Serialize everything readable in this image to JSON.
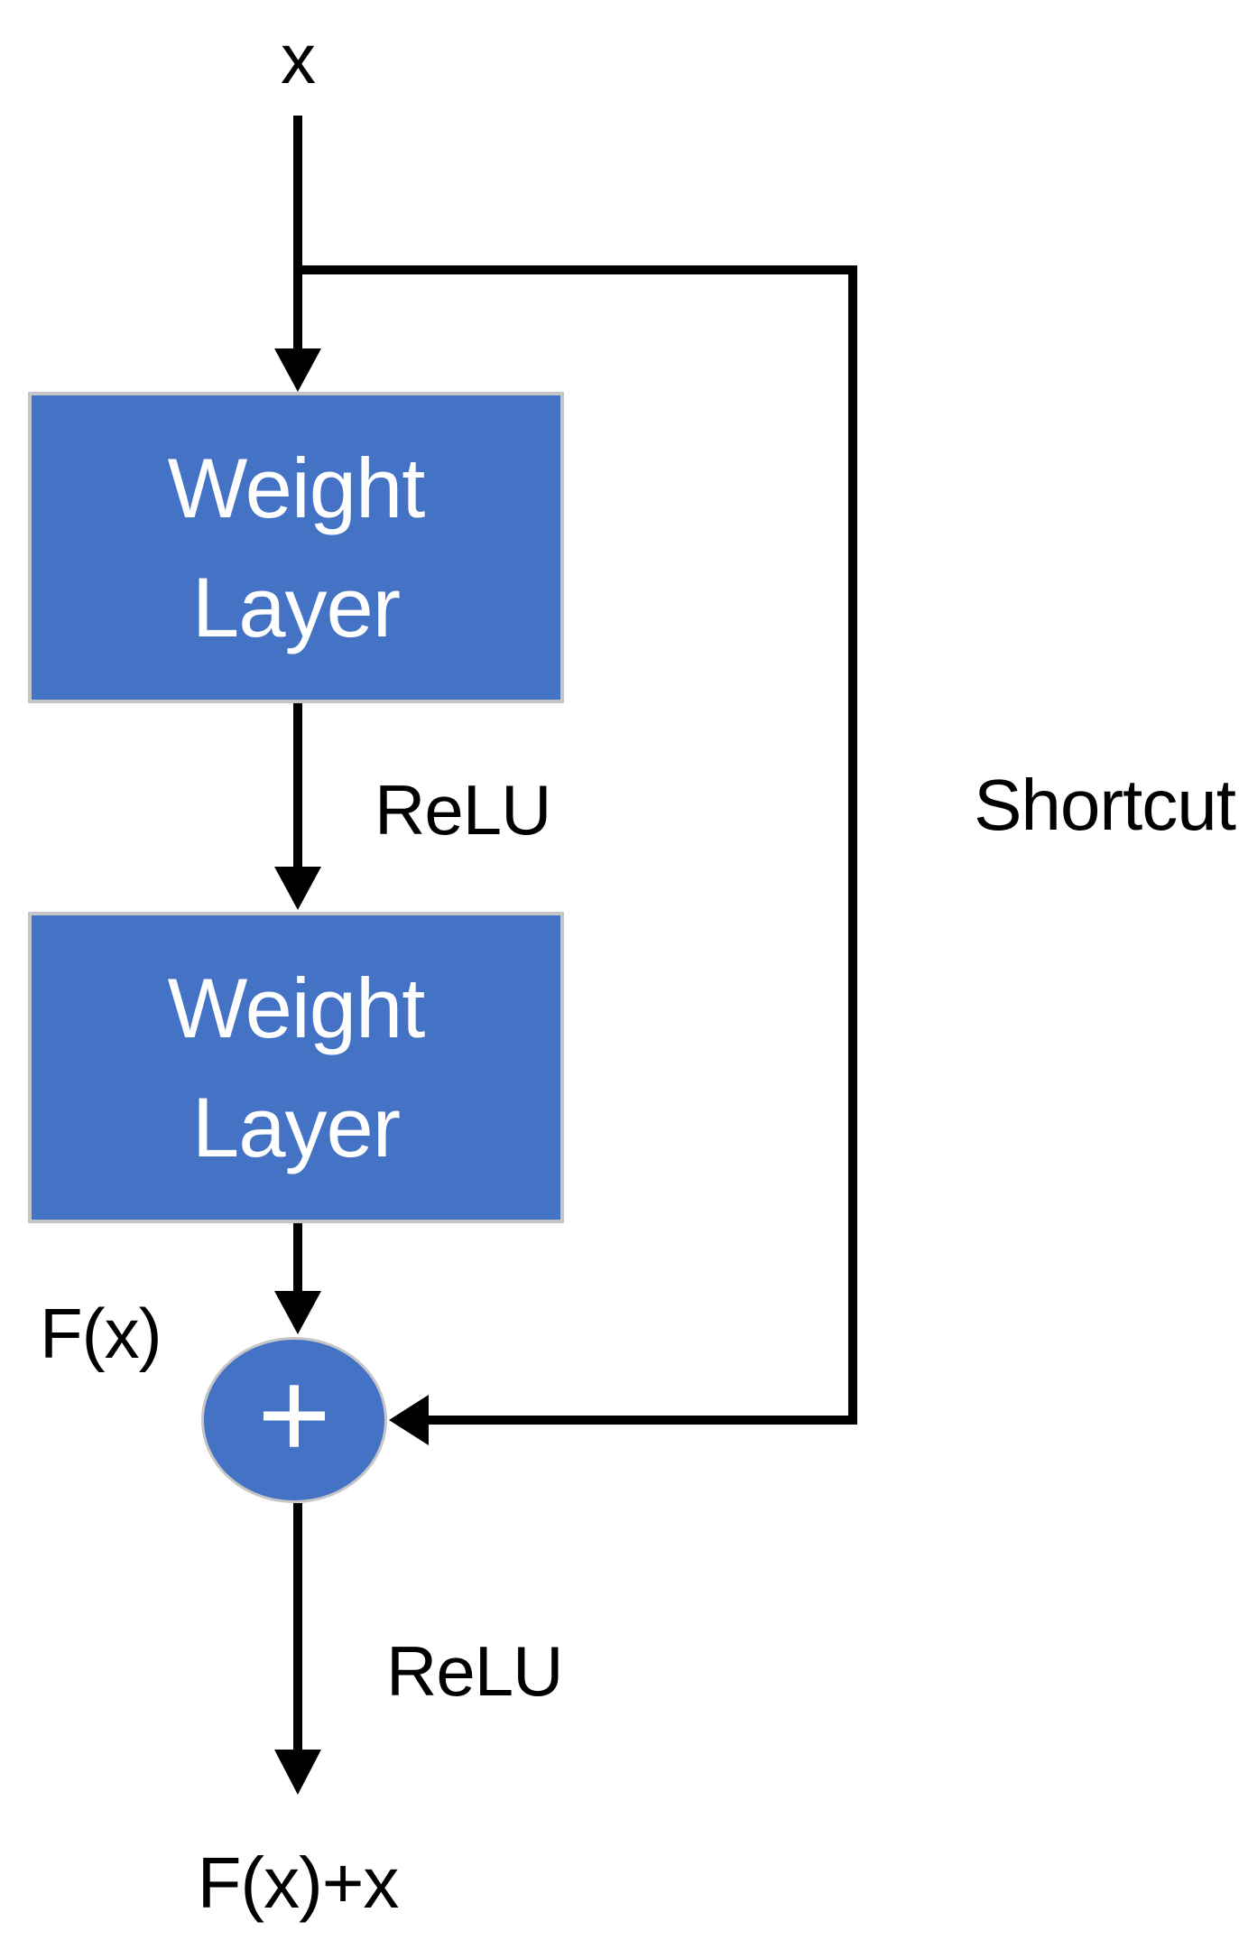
{
  "nodes": {
    "input_label": "x",
    "weight_layer_1": {
      "line1": "Weight",
      "line2": "Layer"
    },
    "weight_layer_2": {
      "line1": "Weight",
      "line2": "Layer"
    },
    "adder_symbol": "+",
    "output_label": "F(x)+x"
  },
  "edge_labels": {
    "relu_after_layer1": "ReLU",
    "relu_after_add": "ReLU",
    "shortcut": "Shortcut",
    "residual_function": "F(x)"
  },
  "colors": {
    "node_fill": "#4472C4",
    "node_border": "#C6C6C6",
    "node_text": "#FFFFFF",
    "line": "#000000",
    "label_text": "#000000",
    "background": "#FFFFFF"
  }
}
